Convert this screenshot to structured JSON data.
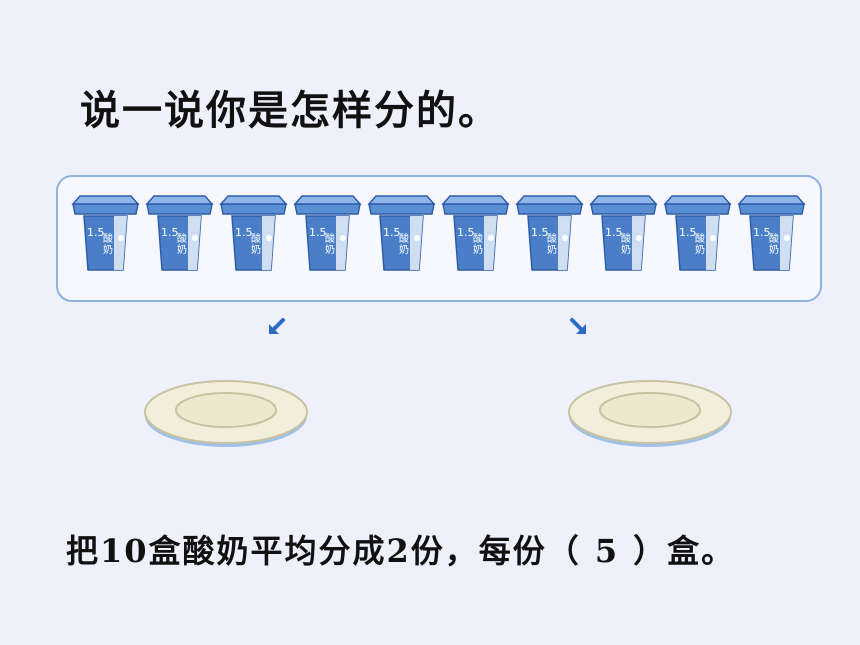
{
  "prompt": "说一说你是怎样分的。",
  "yogurt": {
    "count": 10,
    "volume_label": "1.5",
    "name_label": "酸奶",
    "colors": {
      "lid": "#5b8fd4",
      "body": "#4a7fc8",
      "body_light": "#e8eef8",
      "outline": "#2f5da8"
    }
  },
  "arrows": {
    "left_icon": "arrow-down-left-icon",
    "right_icon": "arrow-down-right-icon",
    "color": "#2a6cc4"
  },
  "plates": {
    "count": 2,
    "rim": "#f1eedb",
    "center": "#ece9cf",
    "edge": "#c8c2a0",
    "shadow": "#9ec2e6"
  },
  "sentence": {
    "lead": "把10盒酸奶平均分成2份，每份（",
    "answer": "5",
    "tail": "）盒。"
  }
}
